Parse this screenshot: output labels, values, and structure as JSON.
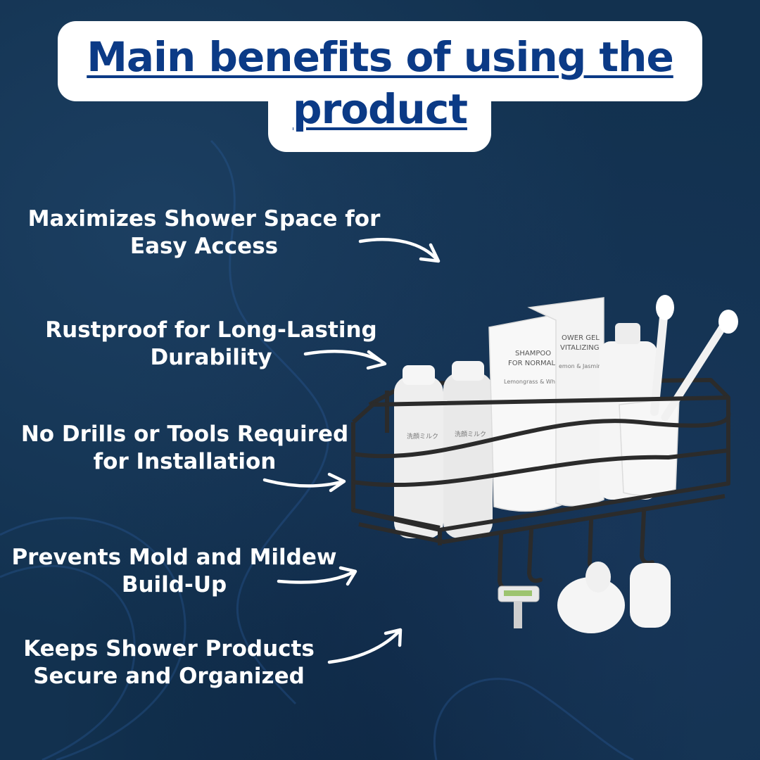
{
  "title": "Main benefits of using the product",
  "benefits": [
    "Maximizes Shower Space for Easy Access",
    "Rustproof for Long-Lasting Durability",
    "No Drills or Tools Required for Installation",
    "Prevents Mold and Mildew Build-Up",
    "Keeps Shower Products Secure and Organized"
  ],
  "product": {
    "shampoo_line1": "SHAMPOO",
    "shampoo_line2": "FOR NORMAL HAIR",
    "shampoo_line3": "Lemongrass & Wheat prot",
    "gel_line1": "OWER GEL",
    "gel_line2": "VITALIZING",
    "gel_line3": "emon & Jasmine"
  },
  "colors": {
    "background": "#12314f",
    "title_text": "#0b3a86",
    "title_box": "#ffffff",
    "benefit_text": "#ffffff"
  }
}
